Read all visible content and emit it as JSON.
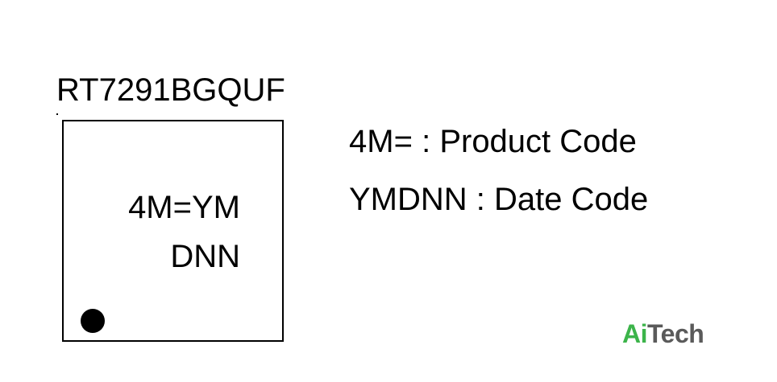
{
  "package": {
    "part_number": "RT7291BGQUF",
    "marking_line1": "4M=YM",
    "marking_line2": "DNN"
  },
  "legend": [
    {
      "code": "4M=",
      "separator": ":",
      "meaning": "Product Code"
    },
    {
      "code": "YMDNN",
      "separator": ":",
      "meaning": "Date Code"
    }
  ],
  "watermark": {
    "part1": "Ai",
    "part2": "Tech",
    "color_part1": "#3cb44a",
    "color_part2": "#5a5a5a"
  }
}
